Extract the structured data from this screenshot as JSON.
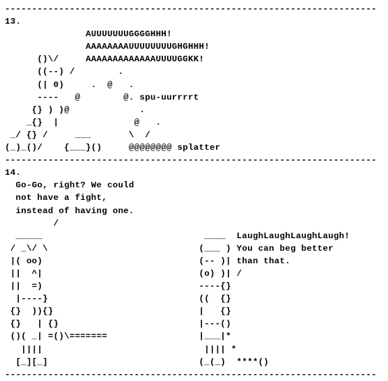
{
  "art_lines": [
    "---------------------------------------------------------------------",
    "13.",
    "               AUUUUUUUGGGGHHH!",
    "               AAAAAAAAUUUUUUUUGHGHHH!",
    "      ()\\/     AAAAAAAAAAAAAUUUUGGKK!",
    "      ((--) /        .",
    "      (| 0)     .  @   .",
    "      ----   @        @. spu-uurrrrt",
    "     {} ) )@             .",
    "    _{}  |              @   .",
    " _/ {} /     ___       \\  /",
    "(_)_()/    {___}()     @@@@@@@@ splatter",
    "---------------------------------------------------------------------",
    "14.",
    "  Go-Go, right? We could",
    "  not have a fight,",
    "  instead of having one.",
    "         /",
    "  _____                              ____  LaughLaughLaughLaugh!",
    " / _\\/ \\                            (___ ) You can beg better",
    " |( oo)                             (-- )| than that.",
    " ||  ^|                             (o) )| /",
    " ||  =)                             ----{}",
    "  |----}                            ((  {}",
    " {}  )){}                           |   {}",
    " {}   | {}                          |---()",
    " ()( _| =()\\=======                 |___|*",
    "   ||||                              |||| *",
    "  [_][_]                            (_(_)  ****()",
    "---------------------------------------------------------------------"
  ]
}
